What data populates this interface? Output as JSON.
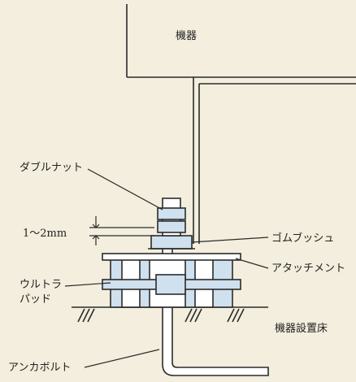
{
  "labels": {
    "equipment": "機器",
    "double_nut": "ダブルナット",
    "gap": "1～2mm",
    "rubber_bush": "ゴムブッシュ",
    "attachment": "アタッチメント",
    "ultra_pad_line1": "ウルトラ",
    "ultra_pad_line2": "パッド",
    "install_floor": "機器設置床",
    "anchor_bolt": "アンカボルト"
  },
  "colors": {
    "background": "#f3eedd",
    "line": "#2b2b2b",
    "pad_fill": "#cfe0ee",
    "part_fill": "#ffffff"
  }
}
